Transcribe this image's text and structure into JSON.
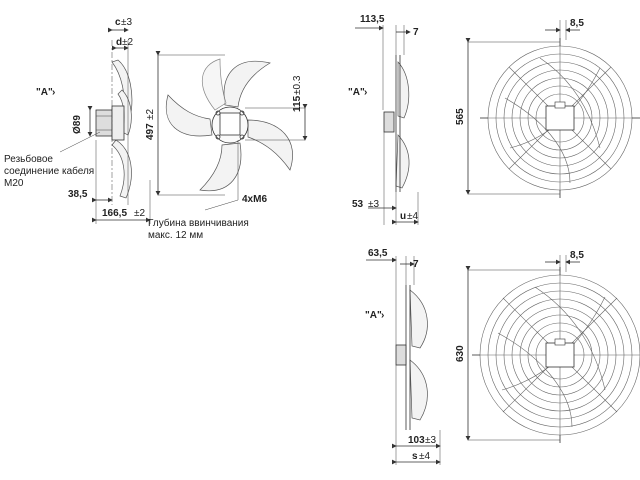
{
  "view_a_label": "\"A\"",
  "view_a_arrow": "›",
  "fan_drawing": {
    "dim_c": "c",
    "dim_c_tol": "±3",
    "dim_d": "d",
    "dim_d_tol": "±2",
    "dim_diameter": "Ø89",
    "dim_height": "497",
    "dim_height_tol": "±2",
    "dim_hub": "115",
    "dim_hub_tol": "±0.3",
    "dim_left": "38,5",
    "dim_depth": "166,5",
    "dim_depth_tol": "±2",
    "bolts": "4xM6",
    "cable_note": [
      "Резьбовое",
      "соединение кабеля",
      "M20"
    ],
    "depth_note": [
      "Глубина ввинчивания",
      "макс. 12 мм"
    ]
  },
  "guard_565": {
    "dim_top": "113,5",
    "dim_gap": "7",
    "dim_height": "565",
    "dim_bottom": "53",
    "dim_bottom_tol": "±3",
    "dim_u": "u",
    "dim_u_tol": "±4",
    "dim_mount": "8,5"
  },
  "guard_630": {
    "dim_top": "63,5",
    "dim_gap": "7",
    "dim_height": "630",
    "dim_bottom": "103",
    "dim_bottom_tol": "±3",
    "dim_s": "s",
    "dim_s_tol": "±4",
    "dim_mount": "8,5"
  }
}
